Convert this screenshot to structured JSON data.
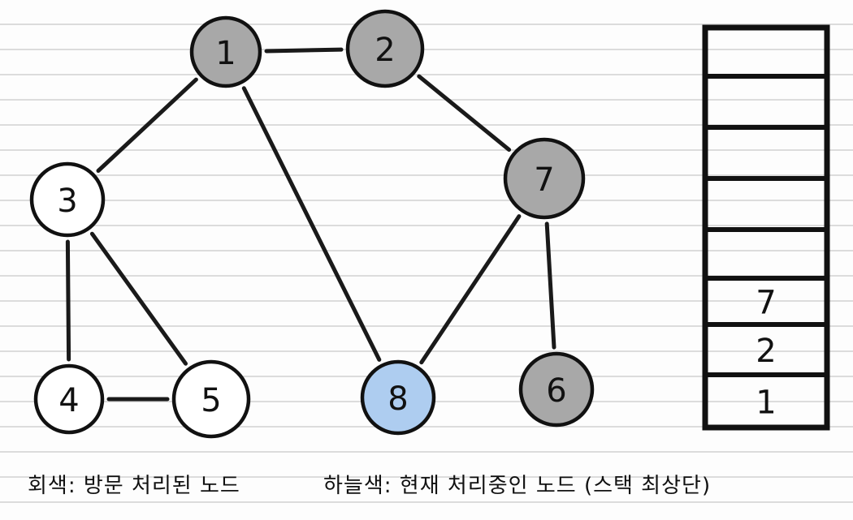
{
  "graph": {
    "nodes": [
      {
        "id": "1",
        "label": "1",
        "state": "visited"
      },
      {
        "id": "2",
        "label": "2",
        "state": "visited"
      },
      {
        "id": "3",
        "label": "3",
        "state": "unvisited"
      },
      {
        "id": "4",
        "label": "4",
        "state": "unvisited"
      },
      {
        "id": "5",
        "label": "5",
        "state": "unvisited"
      },
      {
        "id": "6",
        "label": "6",
        "state": "visited"
      },
      {
        "id": "7",
        "label": "7",
        "state": "visited"
      },
      {
        "id": "8",
        "label": "8",
        "state": "current"
      }
    ],
    "edges": [
      [
        "1",
        "2"
      ],
      [
        "1",
        "3"
      ],
      [
        "1",
        "8"
      ],
      [
        "2",
        "7"
      ],
      [
        "3",
        "4"
      ],
      [
        "3",
        "5"
      ],
      [
        "4",
        "5"
      ],
      [
        "7",
        "8"
      ],
      [
        "7",
        "6"
      ]
    ]
  },
  "stack": {
    "top_to_bottom": [
      "",
      "",
      "",
      "",
      "",
      "7",
      "2",
      "1"
    ]
  },
  "colors": {
    "visited": "#a8a8a8",
    "current": "#aecdf0",
    "unvisited": "#ffffff"
  },
  "legend": {
    "visited": "회색: 방문 처리된 노드",
    "current": "하늘색: 현재 처리중인 노드 (스택 최상단)"
  }
}
